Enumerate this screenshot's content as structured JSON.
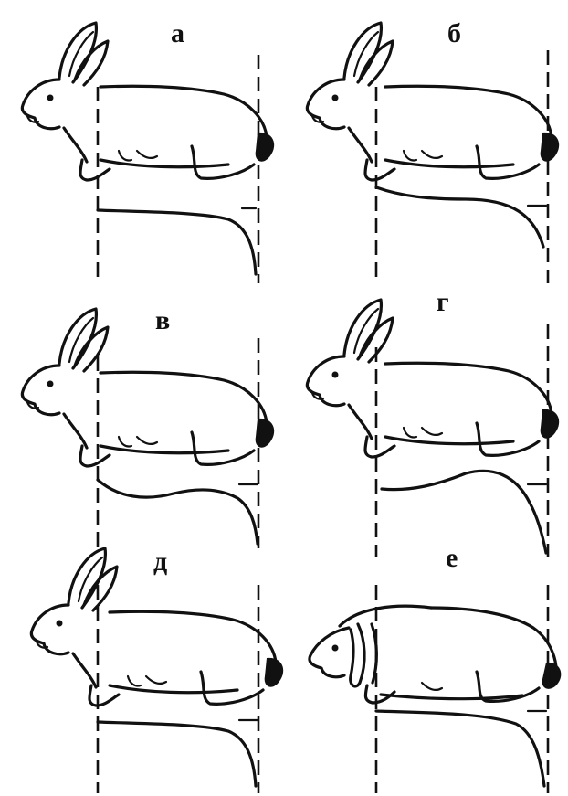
{
  "panels": [
    {
      "id": "a",
      "label": "а"
    },
    {
      "id": "b",
      "label": "б"
    },
    {
      "id": "v",
      "label": "в"
    },
    {
      "id": "g",
      "label": "г"
    },
    {
      "id": "d",
      "label": "д"
    },
    {
      "id": "e",
      "label": "е"
    }
  ],
  "colors": {
    "ink": "#111111",
    "background": "#ffffff"
  }
}
